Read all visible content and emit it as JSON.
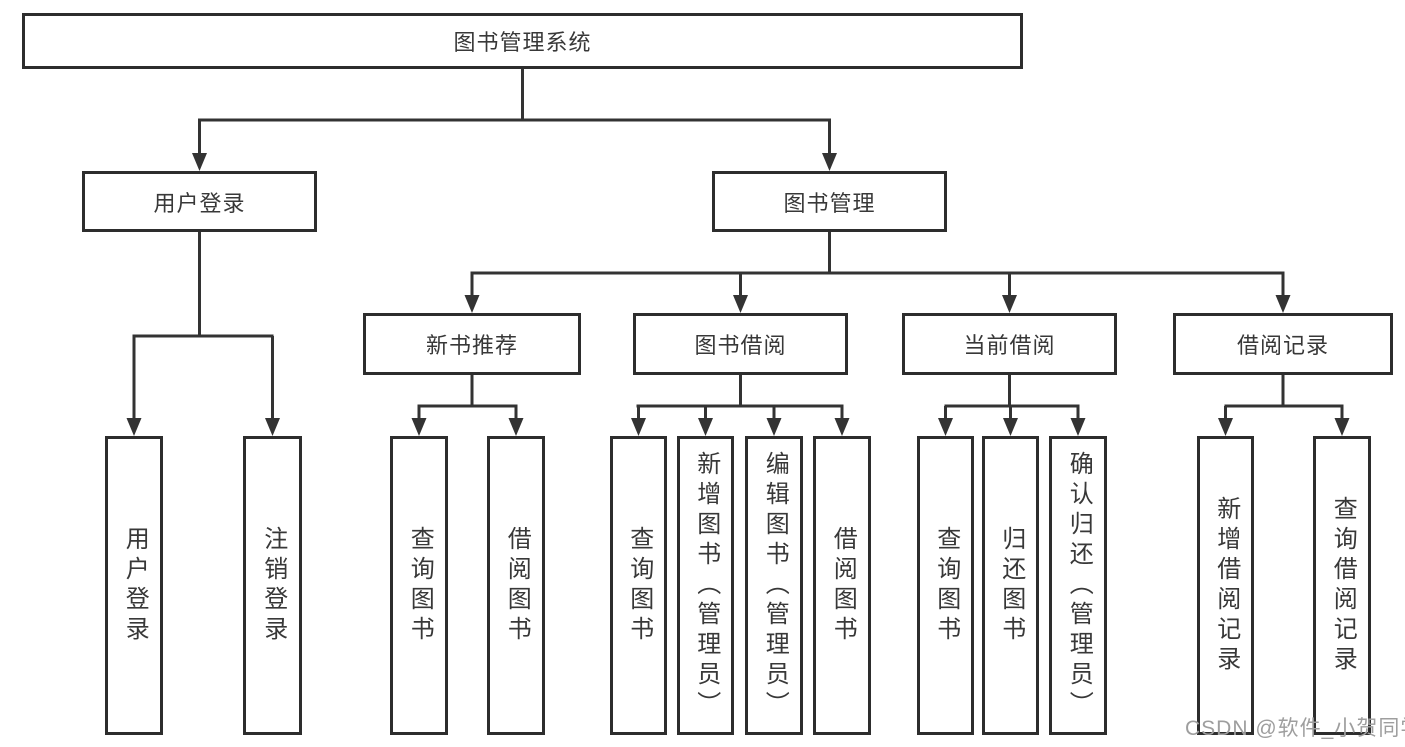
{
  "tree": {
    "label": "图书管理系统",
    "children": [
      {
        "label": "用户登录",
        "children": [
          {
            "label": "用户登录"
          },
          {
            "label": "注销登录"
          }
        ]
      },
      {
        "label": "图书管理",
        "children": [
          {
            "label": "新书推荐",
            "children": [
              {
                "label": "查询图书"
              },
              {
                "label": "借阅图书"
              }
            ]
          },
          {
            "label": "图书借阅",
            "children": [
              {
                "label": "查询图书"
              },
              {
                "label": "新增图书（管理员）"
              },
              {
                "label": "编辑图书（管理员）"
              },
              {
                "label": "借阅图书"
              }
            ]
          },
          {
            "label": "当前借阅",
            "children": [
              {
                "label": "查询图书"
              },
              {
                "label": "归还图书"
              },
              {
                "label": "确认归还（管理员）"
              }
            ]
          },
          {
            "label": "借阅记录",
            "children": [
              {
                "label": "新增借阅记录"
              },
              {
                "label": "查询借阅记录"
              }
            ]
          }
        ]
      }
    ]
  },
  "watermark": {
    "text": "CSDN @软件_小贺同学",
    "color": "#9e9e9e"
  },
  "style_colors": {
    "box_border": "#2d2d2d",
    "connector": "#333333",
    "text": "#383838"
  }
}
